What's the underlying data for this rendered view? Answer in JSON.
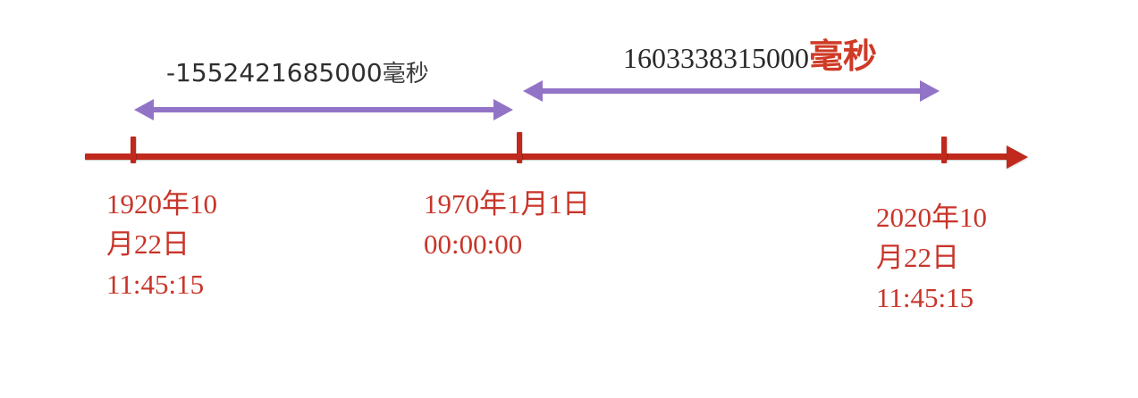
{
  "diagram": {
    "title": "timestamp-timeline",
    "colors": {
      "axis_red": "#c0291c",
      "label_red": "#c8352a",
      "measure_purple": "#9274c7",
      "number_dark": "#2f2f2f",
      "unit_red": "#cf3a25",
      "background": "#ffffff"
    },
    "axis": {
      "name": "time-axis",
      "direction": "left-to-right",
      "arrow_end": "right"
    },
    "ticks": [
      {
        "id": "tick-1920",
        "label_ref": "labels.0"
      },
      {
        "id": "tick-1970-epoch",
        "label_ref": "labels.1"
      },
      {
        "id": "tick-2020",
        "label_ref": "labels.2"
      }
    ],
    "measures": [
      {
        "id": "measure-before-epoch",
        "number": "-1552421685000",
        "unit": "毫秒",
        "unit_color": "#3a3a3a",
        "arrow_style": "double-headed",
        "from_tick": "tick-1920",
        "to_tick": "tick-1970-epoch"
      },
      {
        "id": "measure-after-epoch",
        "number": "1603338315000",
        "unit": "毫秒",
        "unit_color": "#cf3a25",
        "arrow_style": "double-headed",
        "from_tick": "tick-1970-epoch",
        "to_tick": "tick-2020"
      }
    ],
    "labels": [
      {
        "id": "label-1920",
        "line1": "1920年10",
        "line2": "月22日",
        "line3": "11:45:15"
      },
      {
        "id": "label-epoch",
        "line1": "1970年1月1日",
        "line2": "00:00:00",
        "line3": ""
      },
      {
        "id": "label-2020",
        "line1": "2020年10",
        "line2": "月22日",
        "line3": "11:45:15"
      }
    ]
  }
}
